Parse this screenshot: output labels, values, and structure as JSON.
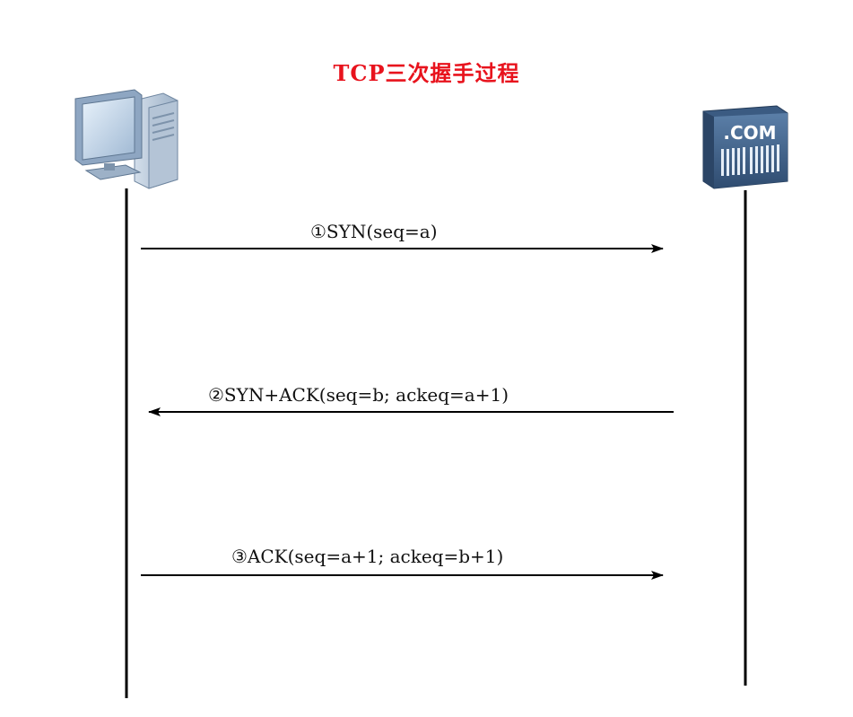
{
  "title": "TCP三次握手过程",
  "client": {
    "icon": "computer-icon"
  },
  "server": {
    "icon": "server-icon",
    "label": ".COM"
  },
  "messages": [
    {
      "label": "①SYN(seq=a)",
      "direction": "client-to-server"
    },
    {
      "label": "②SYN+ACK(seq=b; ackeq=a+1)",
      "direction": "server-to-client"
    },
    {
      "label": "③ACK(seq=a+1; ackeq=b+1)",
      "direction": "client-to-server"
    }
  ],
  "colors": {
    "title": "#e8131d",
    "line": "#000000",
    "server_body": "#4a6e95",
    "pc_body": "#b9cbe0"
  }
}
